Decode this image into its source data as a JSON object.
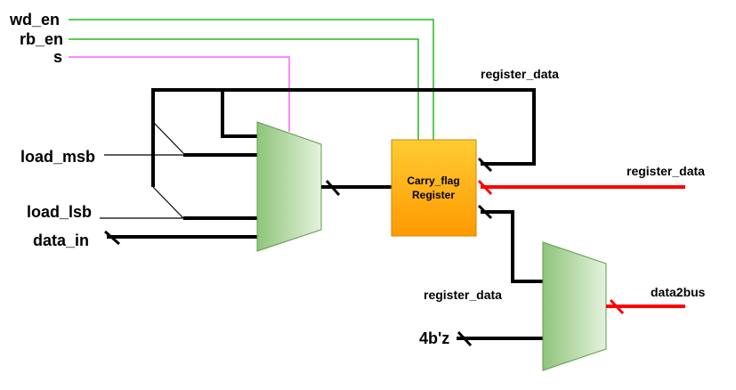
{
  "signals": {
    "wd_en": "wd_en",
    "rb_en": "rb_en",
    "s": "s",
    "load_msb": "load_msb",
    "load_lsb": "load_lsb",
    "data_in": "data_in",
    "four_bz": "4b'z"
  },
  "register": {
    "line1": "Carry_flag",
    "line2": "Register"
  },
  "wire_labels": {
    "feedback": "register_data",
    "right_input": "register_data",
    "mux2_input": "register_data",
    "output": "data2bus"
  },
  "colors": {
    "bus": "#000000",
    "red_bus": "#ff0000",
    "green_ctrl": "#22bb22",
    "pink_ctrl": "#ff88ff",
    "register_fill_top": "#ffcc33",
    "register_fill_bottom": "#ff9900",
    "mux_fill_dark": "#8fc47a",
    "mux_fill_light": "#e4f2dd"
  }
}
